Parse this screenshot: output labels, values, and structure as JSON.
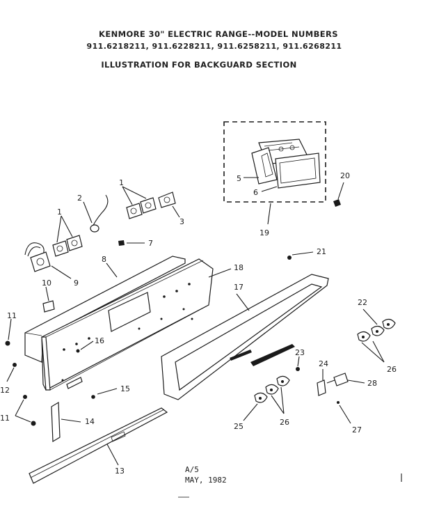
{
  "header": {
    "line1": "KENMORE 30\" ELECTRIC RANGE--MODEL NUMBERS",
    "line2": "911.6218211, 911.6228211, 911.6258211, 911.6268211",
    "line3": "ILLUSTRATION FOR BACKGUARD SECTION"
  },
  "callouts": {
    "c1a": "1",
    "c1b": "1",
    "c2": "2",
    "c3": "3",
    "c5": "5",
    "c6": "6",
    "c7": "7",
    "c8": "8",
    "c9": "9",
    "c10": "10",
    "c11a": "11",
    "c11b": "11",
    "c12": "12",
    "c13": "13",
    "c14": "14",
    "c15": "15",
    "c16": "16",
    "c17": "17",
    "c18": "18",
    "c19": "19",
    "c20": "20",
    "c21": "21",
    "c22": "22",
    "c23": "23",
    "c24": "24",
    "c25": "25",
    "c26a": "26",
    "c26b": "26",
    "c27": "27",
    "c28": "28"
  },
  "footer": {
    "page": "A/5",
    "date": "MAY, 1982"
  }
}
